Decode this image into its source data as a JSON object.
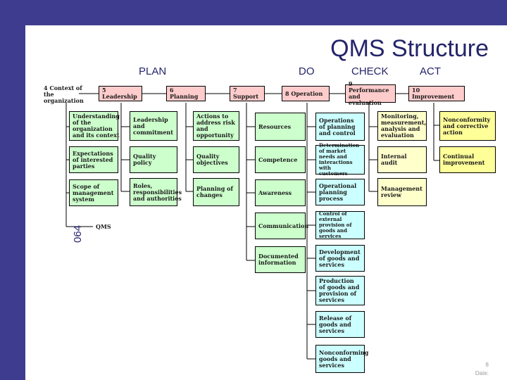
{
  "slide": {
    "title": "QMS Structure",
    "side_code": "064",
    "page_number": "8",
    "date_label": "Date:"
  },
  "phases": {
    "plan": "PLAN",
    "do": "DO",
    "check": "CHECK",
    "act": "ACT"
  },
  "clauses": {
    "c4": "4 Context of the organization",
    "c5": "5 Leadership",
    "c6": "6 Planning",
    "c7": "7 Support",
    "c8": "8 Operation",
    "c9": "9 Performance and evaluation",
    "c10": "10 Improvement"
  },
  "context": {
    "understanding": "Understanding of the organization and its context",
    "expectations": "Expectations of interested parties",
    "scope": "Scope of management system",
    "qms": "QMS"
  },
  "leadership": {
    "commitment": "Leadership and commitment",
    "policy": "Quality policy",
    "roles": "Roles, responsibilities and authorities"
  },
  "planning": {
    "actions": "Actions to address risk and opportunity",
    "objectives": "Quality objectives",
    "changes": "Planning of changes"
  },
  "support": {
    "resources": "Resources",
    "competence": "Competence",
    "awareness": "Awareness",
    "communication": "Communication",
    "documented": "Documented information"
  },
  "operation": {
    "ops_control": "Operations of planning and control",
    "determination": "Determination of market needs and interactions with customers",
    "op_planning": "Operational planning process",
    "external": "Control of external provision of goods and services",
    "development": "Development of goods and services",
    "production": "Production of goods and provision of services",
    "release": "Release of goods and services",
    "nonconforming": "Nonconforming goods and services"
  },
  "performance": {
    "monitoring": "Monitoring, measurement, analysis and evaluation",
    "audit": "Internal audit",
    "review": "Management review"
  },
  "improvement": {
    "nonconformity": "Nonconformity and corrective action",
    "continual": "Continual improvement"
  }
}
